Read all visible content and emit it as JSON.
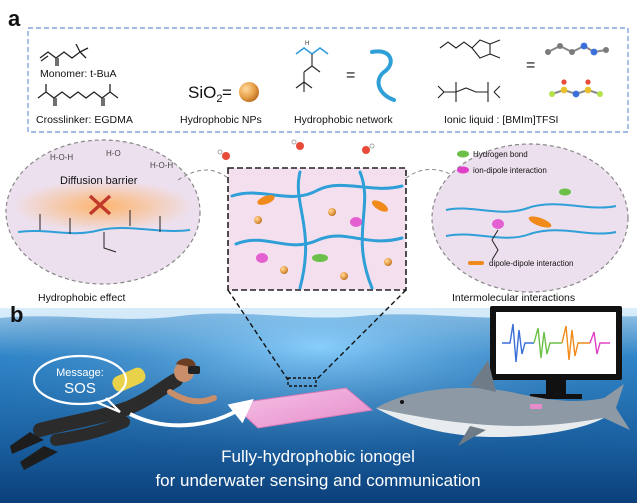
{
  "panel_a": {
    "letter": "a",
    "components": {
      "monomer": "Monomer: t-BuA",
      "crosslinker": "Crosslinker: EGDMA",
      "sio2_formula": "SiO",
      "sio2_subscript": "2",
      "equals": "=",
      "nanoparticles": "Hydrophobic NPs",
      "network": "Hydrophobic network",
      "ionic_liquid": "Ionic liquid : [BMIm]TFSI"
    },
    "left_inset": {
      "barrier": "Diffusion barrier",
      "caption": "Hydrophobic effect"
    },
    "right_inset": {
      "legend": [
        "Hydrogen bond",
        "ion-dipole interaction",
        "dipole-dipole interaction"
      ],
      "caption": "Intermolecular interactions"
    },
    "colors": {
      "dashed_border": "#7da7d9",
      "nanoparticle": "#e8a14a",
      "network": "#2f9fd8",
      "hbond": "#6cc04a",
      "ion_dipole": "#e040c8",
      "dipole_dipole": "#f08a1a"
    }
  },
  "panel_b": {
    "letter": "b",
    "bubble": {
      "line1": "Message:",
      "line2": "SOS"
    },
    "caption_line1": "Fully-hydrophobic ionogel",
    "caption_line2": "for underwater sensing and communication",
    "colors": {
      "water_top": "#2f8fd6",
      "water_bottom": "#0b3f7a",
      "ionogel": "#f2a6d8"
    }
  }
}
